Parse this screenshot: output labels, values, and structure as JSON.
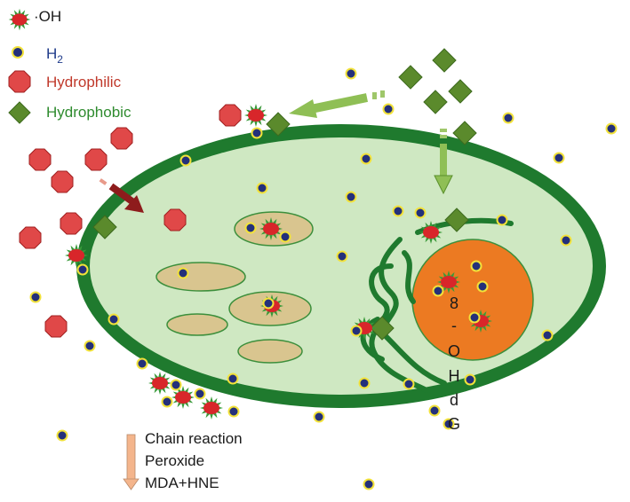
{
  "legend": {
    "oh_label": "·OH",
    "h2_label": "H",
    "h2_sub": "2",
    "hydrophilic_label": "Hydrophilic",
    "hydrophobic_label": "Hydrophobic"
  },
  "dna_label": [
    "8",
    "-",
    "O",
    "H",
    "d",
    "G"
  ],
  "chain": {
    "line1": "Chain reaction",
    "line2": "Peroxide",
    "line3": "MDA+HNE"
  },
  "colors": {
    "membrane": "#1f7a2e",
    "cytoplasm": "#cfe8c2",
    "organelle": "#d9c58f",
    "nucleus": "#ec7a22",
    "hydrophilic": "#e04848",
    "hydrophobic": "#5b8a2c",
    "radical": "#d8262a",
    "h2_fill": "#24307a",
    "h2_ring": "#f2e23a",
    "h2_label_color": "#1f3b8a",
    "hydrophilic_label_color": "#c0392b",
    "hydrophobic_label_color": "#2e8b2e"
  }
}
